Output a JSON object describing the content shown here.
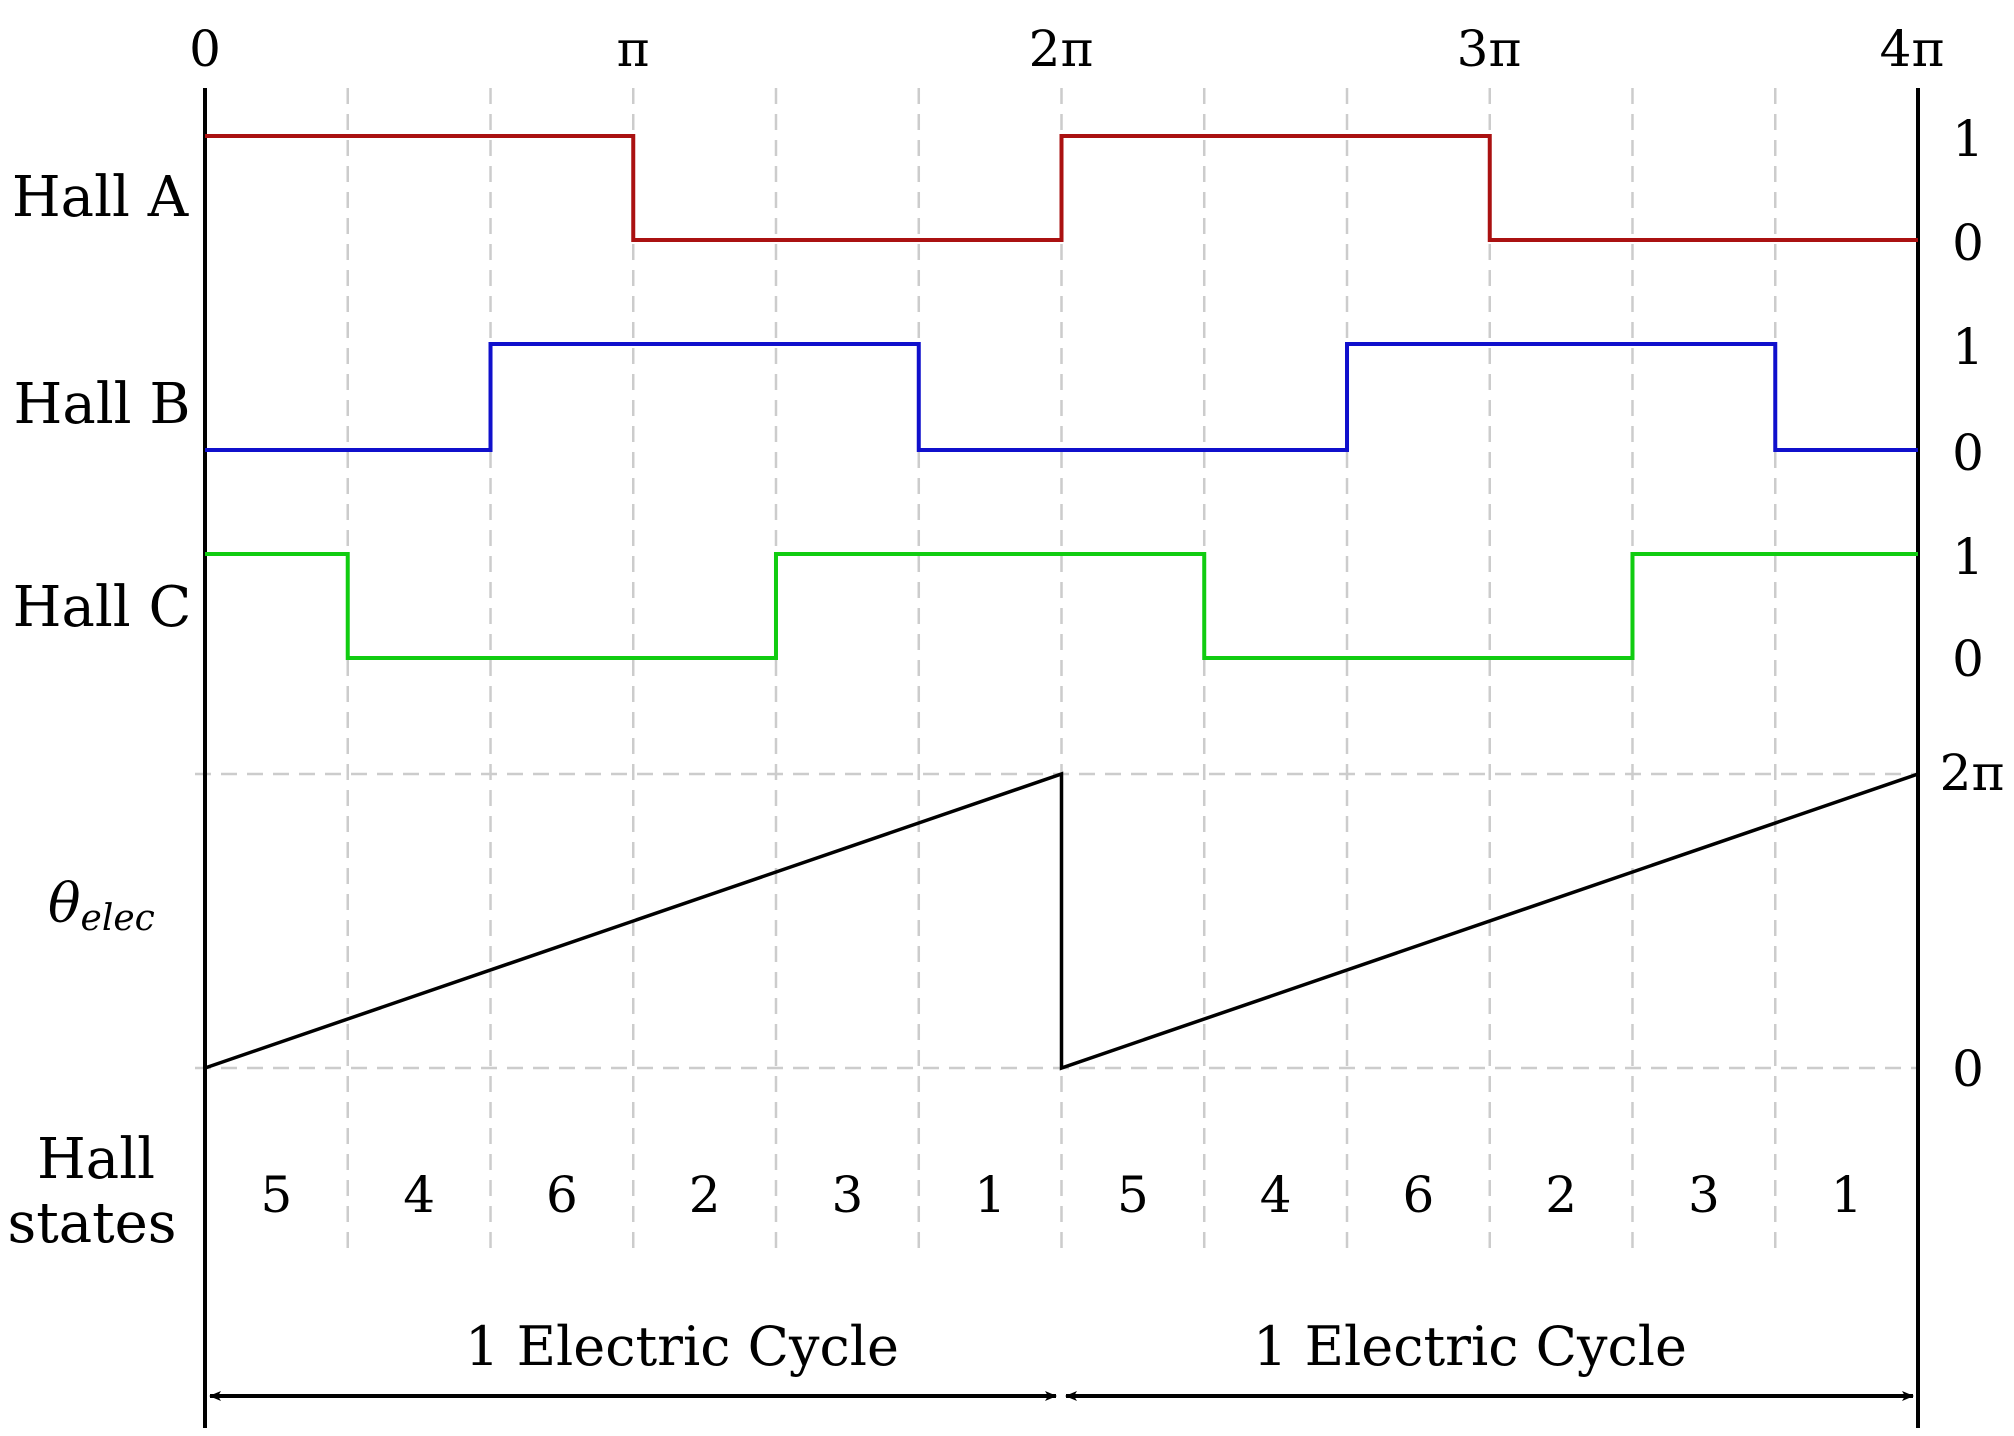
{
  "diagram": {
    "top_axis_ticks": [
      "0",
      "π",
      "2π",
      "3π",
      "4π"
    ],
    "rows": [
      {
        "label": "Hall A",
        "color": "#aa1111",
        "high_label": "1",
        "low_label": "0"
      },
      {
        "label": "Hall B",
        "color": "#1010cc",
        "high_label": "1",
        "low_label": "0"
      },
      {
        "label": "Hall C",
        "color": "#11cc11",
        "high_label": "1",
        "low_label": "0"
      }
    ],
    "theta": {
      "symbol": "θ",
      "subscript": "elec",
      "max_label": "2π",
      "min_label": "0"
    },
    "hall_states_label": [
      "Hall",
      "states"
    ],
    "hall_states": [
      "5",
      "4",
      "6",
      "2",
      "3",
      "1",
      "5",
      "4",
      "6",
      "2",
      "3",
      "1"
    ],
    "cycles": [
      "1 Electric Cycle",
      "1 Electric Cycle"
    ]
  },
  "chart_data": {
    "type": "line",
    "x_unit": "electrical angle (rad)",
    "x_ticks": [
      "0",
      "π",
      "2π",
      "3π",
      "4π"
    ],
    "x_edges_in_pi": [
      0,
      0.3333,
      0.6667,
      1,
      1.3333,
      1.6667,
      2,
      2.3333,
      2.6667,
      3,
      3.3333,
      3.6667,
      4
    ],
    "series": [
      {
        "name": "Hall A",
        "values": [
          1,
          1,
          1,
          0,
          0,
          0,
          1,
          1,
          1,
          0,
          0,
          0
        ]
      },
      {
        "name": "Hall B",
        "values": [
          0,
          0,
          1,
          1,
          1,
          0,
          0,
          0,
          1,
          1,
          1,
          0
        ]
      },
      {
        "name": "Hall C",
        "values": [
          1,
          0,
          0,
          0,
          1,
          1,
          1,
          0,
          0,
          0,
          1,
          1
        ]
      }
    ],
    "theta_elec": {
      "x_in_pi": [
        0,
        2,
        2,
        4
      ],
      "y_in_pi": [
        0,
        2,
        0,
        2
      ],
      "ylim_labels": [
        "0",
        "2π"
      ]
    },
    "states": [
      5,
      4,
      6,
      2,
      3,
      1,
      5,
      4,
      6,
      2,
      3,
      1
    ]
  }
}
